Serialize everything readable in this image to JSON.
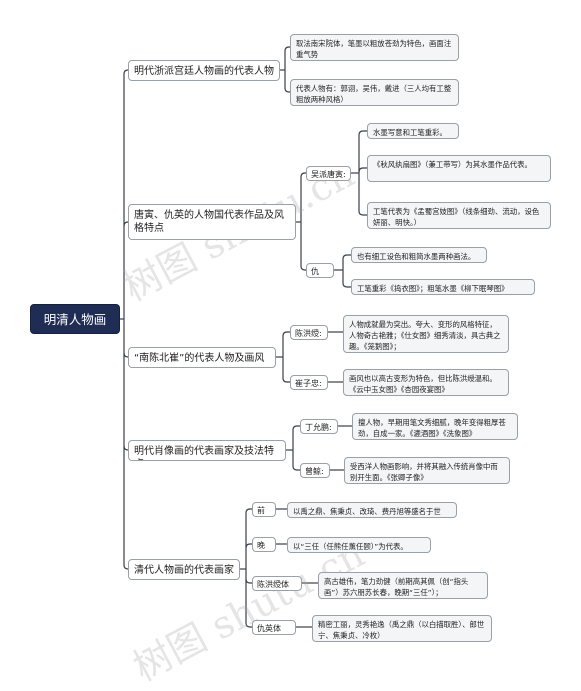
{
  "root": "明清人物画",
  "branches": [
    {
      "title": "明代浙派宫廷人物画的代表人物",
      "leaves": [
        "取法南宋院体，笔墨以粗放苍劲为特色，画面注重气势",
        "代表人物有：郭诩，吴伟，戴进（三人均有工整粗放两种风格）"
      ]
    },
    {
      "title": "唐寅、仇英的人物国代表作品及风格特点",
      "groups": [
        {
          "label": "吴派唐寅:",
          "leaves": [
            "水墨写意和工笔重彩。",
            "《秋风纨扇图》（兼工带写）为其水墨作品代表。",
            "工笔代表为《孟蜀宫妓图》（线条细劲、流动，设色妍丽、明快。）"
          ]
        },
        {
          "label": "仇英:",
          "leaves": [
            "也有细工设色和粗简水墨两种画法。",
            "工笔重彩《捣衣图》；粗笔水墨《柳下眠琴图》"
          ]
        }
      ]
    },
    {
      "title": "“南陈北崔”的代表人物及画风",
      "groups": [
        {
          "label": "陈洪绶:",
          "leaves": [
            "人物成就最为突出。夸大、变形的风格特征，人物奇古艳雅；《仕女图》细秀清淡，具古典之趣。《笼鹅图》；"
          ]
        },
        {
          "label": "崔子忠:",
          "leaves": [
            "画风也以高古变形为特色，但比陈洪绶温和。《云中玉女图》《杏园夜宴图》"
          ]
        }
      ]
    },
    {
      "title": "明代肖像画的代表画家及技法特点",
      "groups": [
        {
          "label": "丁允鹏:",
          "leaves": [
            "擅人物，早期用笔文秀细腻，晚年变得粗厚苍劲，自成一家。《漉酒图》《洗象图》"
          ]
        },
        {
          "label": "曾鲸:",
          "leaves": [
            "受西洋人物画影响，并将其融入传统肖像中而别开生面。《张卿子像》"
          ]
        }
      ]
    },
    {
      "title": "清代人物画的代表画家",
      "groups": [
        {
          "label": "前期",
          "leaves": [
            "以禹之鼎、焦秉贞、改琦、费丹旭等盛名于世"
          ]
        },
        {
          "label": "晚期",
          "leaves": [
            "以“三任（任熊任薰任颐）”为代表。"
          ]
        },
        {
          "label": "陈洪绶体系:",
          "leaves": [
            "高古雄伟，笔力劲健（前期高其佩（创“指头画”）苏六朋苏长春，晚期“三任”）；"
          ]
        },
        {
          "label": "仇英体系:",
          "leaves": [
            "精密工丽，灵秀艳逸（禹之鼎（以白描取胜）、郎世宁、焦秉贞、冷枚）"
          ]
        }
      ]
    }
  ],
  "watermark": [
    "树图 shutu.cn",
    "树图 shutu.cn"
  ],
  "line_color": "#3a3f4a"
}
